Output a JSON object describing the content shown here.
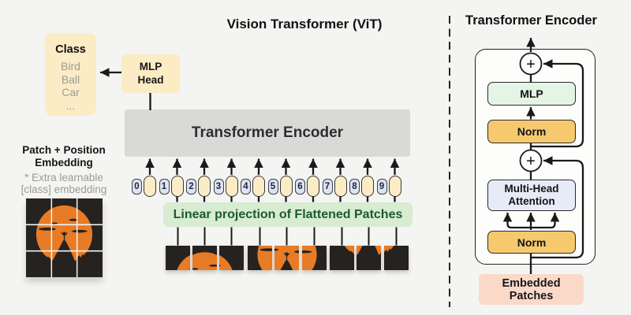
{
  "title": "Vision Transformer (ViT)",
  "left_panel": {
    "class_box": {
      "heading": "Class",
      "items": [
        "Bird",
        "Ball",
        "Car",
        "..."
      ]
    },
    "mlp_head_label": "MLP\nHead",
    "patch_embedding_label": "Patch + Position\nEmbedding",
    "extra_note": "* Extra learnable\n[class] embedding"
  },
  "encoder_box_label": "Transformer Encoder",
  "projection_label": "Linear projection of Flattened Patches",
  "tokens": [
    "0",
    "1",
    "2",
    "3",
    "4",
    "5",
    "6",
    "7",
    "8",
    "9"
  ],
  "right_panel": {
    "title": "Transformer Encoder",
    "plus_symbol": "+",
    "mlp_label": "MLP",
    "norm_top_label": "Norm",
    "attention_label": "Multi-Head\nAttention",
    "norm_bottom_label": "Norm",
    "embedded_patches_label": "Embedded Patches"
  },
  "colors": {
    "background": "#f4f4f2",
    "cream": "#fcecc5",
    "gray_box": "#d9d9d8",
    "green_box": "#d7ecd1",
    "green_text": "#1d5a2e",
    "mint": "#e4f5e6",
    "amber": "#f6c96f",
    "lavender": "#e7eaf7",
    "badge": "#dde3f2",
    "salmon": "#fbd9c9",
    "line": "#1a1a1a",
    "muted_text": "#9b9b94",
    "sun_orange": "#e87b25",
    "scene_black": "#26221f"
  }
}
